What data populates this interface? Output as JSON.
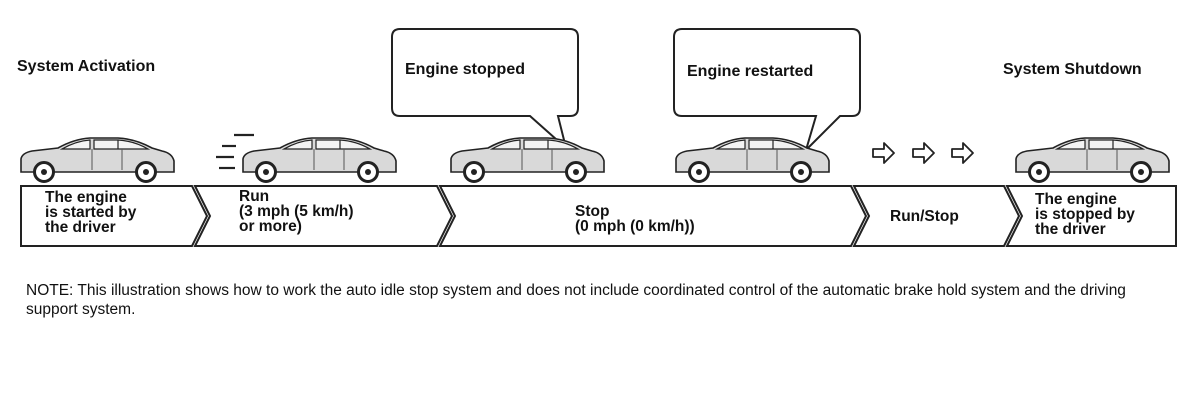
{
  "headers": {
    "activation": "System Activation",
    "shutdown": "System Shutdown"
  },
  "bubbles": {
    "stopped": "Engine stopped",
    "restarted": "Engine restarted"
  },
  "segments": [
    {
      "lines": [
        "The engine",
        "is started by",
        "the driver"
      ]
    },
    {
      "lines": [
        "Run",
        "(3 mph (5 km/h)",
        "or more)"
      ]
    },
    {
      "lines": [
        "Stop",
        "(0 mph (0 km/h))"
      ]
    },
    {
      "lines": [
        "Run/Stop"
      ]
    },
    {
      "lines": [
        "The engine",
        "is stopped by",
        "the driver"
      ]
    }
  ],
  "note": "NOTE: This illustration shows how to work the auto idle stop system and does not include coordinated control of the automatic brake hold system and the driving support system.",
  "colors": {
    "car_fill": "#d9d9d9",
    "stroke": "#222222",
    "background": "#ffffff"
  },
  "icons": {
    "car": "car-icon",
    "arrow": "hollow-arrow-icon",
    "motion": "speed-lines-icon"
  }
}
